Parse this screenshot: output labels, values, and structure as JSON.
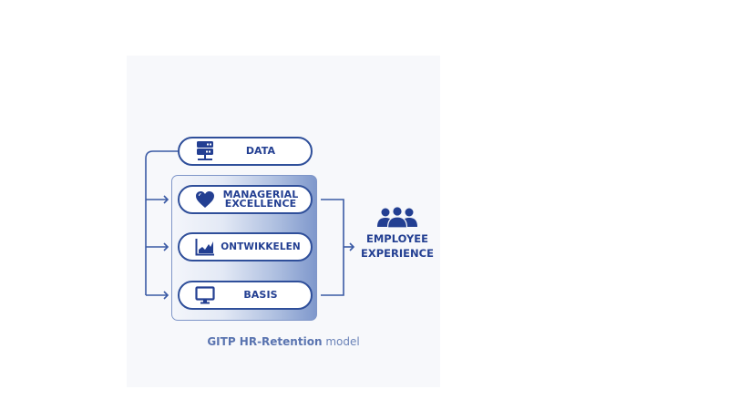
{
  "diagram": {
    "inputs": [
      {
        "id": "data",
        "label": "DATA",
        "icon": "server-icon"
      },
      {
        "id": "managerial",
        "label_line1": "MANAGERIAL",
        "label_line2": "EXCELLENCE",
        "icon": "heart-icon"
      },
      {
        "id": "ontwikkelen",
        "label": "ONTWIKKELEN",
        "icon": "area-chart-icon"
      },
      {
        "id": "basis",
        "label": "BASIS",
        "icon": "monitor-icon"
      }
    ],
    "output": {
      "label_line1": "EMPLOYEE",
      "label_line2": "EXPERIENCE",
      "icon": "people-group-icon"
    },
    "caption": {
      "bold": "GITP HR-Retention",
      "regular": "model"
    },
    "colors": {
      "primary": "#233f92",
      "line": "#3a5aa5",
      "panel": "#f7f8fb",
      "gradient_end": "#7f98cc"
    }
  }
}
